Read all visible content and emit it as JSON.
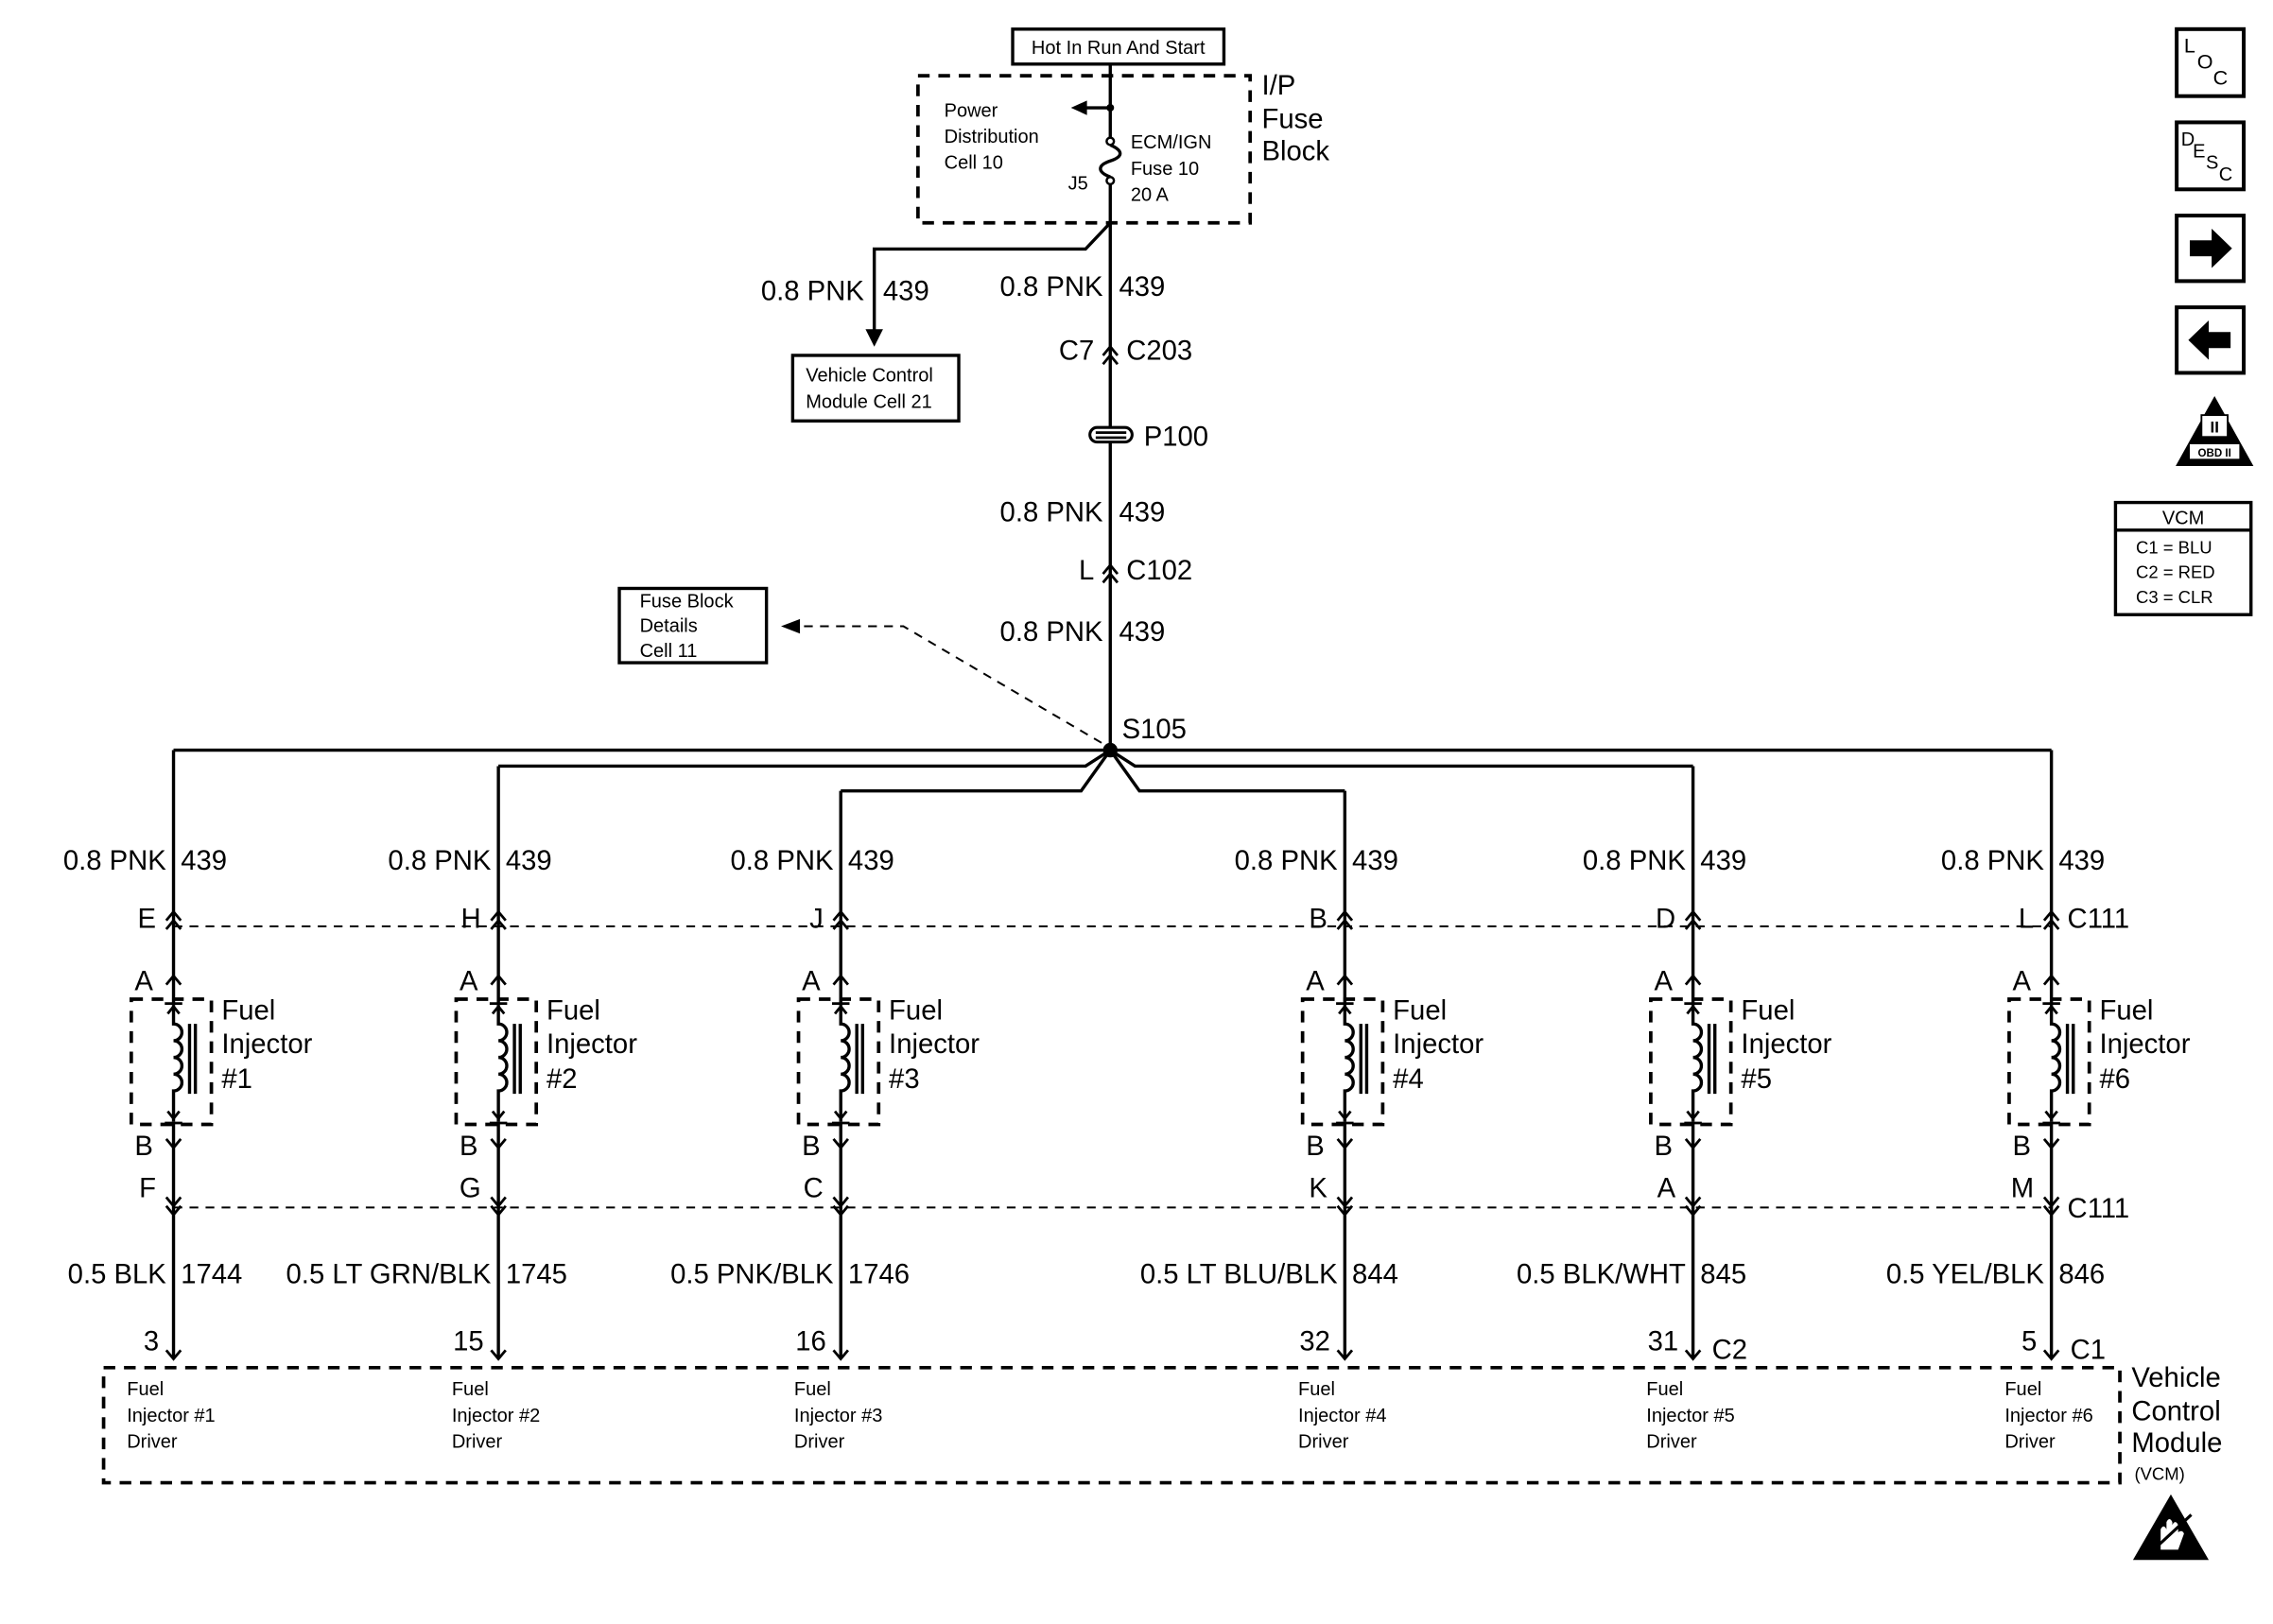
{
  "power_source": {
    "label": "Hot In Run And Start"
  },
  "fuse_block": {
    "name_lines": [
      "I/P",
      "Fuse",
      "Block"
    ],
    "power_distribution_lines": [
      "Power",
      "Distribution",
      "Cell 10"
    ],
    "fuse_lines": [
      "ECM/IGN",
      "Fuse 10",
      "20 A"
    ],
    "terminal": "J5"
  },
  "vcm_branch": {
    "wire": "0.8 PNK",
    "circuit": "439",
    "reference_lines": [
      "Vehicle Control",
      "Module Cell 21"
    ]
  },
  "main_feed": {
    "wire": "0.8 PNK",
    "circuit": "439",
    "c203_pin": "C7",
    "c203_connector": "C203",
    "pass_through": "P100",
    "c102_pin": "L",
    "c102_connector": "C102",
    "splice": "S105"
  },
  "fuse_block_details_reference": [
    "Fuse Block",
    "Details",
    "Cell 11"
  ],
  "connector_c111": "C111",
  "injectors": [
    {
      "feed_wire": "0.8 PNK",
      "feed_circuit": "439",
      "c111_feed_pin": "E",
      "terminal_a": "A",
      "label": [
        "Fuel",
        "Injector",
        "#1"
      ],
      "terminal_b": "B",
      "c111_control_pin": "F",
      "control_wire": "0.5 BLK",
      "control_circuit": "1744",
      "vcm_pin": "3",
      "driver_lines": [
        "Fuel",
        "Injector #1",
        "Driver"
      ]
    },
    {
      "feed_wire": "0.8 PNK",
      "feed_circuit": "439",
      "c111_feed_pin": "H",
      "terminal_a": "A",
      "label": [
        "Fuel",
        "Injector",
        "#2"
      ],
      "terminal_b": "B",
      "c111_control_pin": "G",
      "control_wire": "0.5 LT GRN/BLK",
      "control_circuit": "1745",
      "vcm_pin": "15",
      "driver_lines": [
        "Fuel",
        "Injector #2",
        "Driver"
      ]
    },
    {
      "feed_wire": "0.8 PNK",
      "feed_circuit": "439",
      "c111_feed_pin": "J",
      "terminal_a": "A",
      "label": [
        "Fuel",
        "Injector",
        "#3"
      ],
      "terminal_b": "B",
      "c111_control_pin": "C",
      "control_wire": "0.5 PNK/BLK",
      "control_circuit": "1746",
      "vcm_pin": "16",
      "driver_lines": [
        "Fuel",
        "Injector #3",
        "Driver"
      ]
    },
    {
      "feed_wire": "0.8 PNK",
      "feed_circuit": "439",
      "c111_feed_pin": "B",
      "terminal_a": "A",
      "label": [
        "Fuel",
        "Injector",
        "#4"
      ],
      "terminal_b": "B",
      "c111_control_pin": "K",
      "control_wire": "0.5 LT BLU/BLK",
      "control_circuit": "844",
      "vcm_pin": "32",
      "driver_lines": [
        "Fuel",
        "Injector #4",
        "Driver"
      ]
    },
    {
      "feed_wire": "0.8 PNK",
      "feed_circuit": "439",
      "c111_feed_pin": "D",
      "terminal_a": "A",
      "label": [
        "Fuel",
        "Injector",
        "#5"
      ],
      "terminal_b": "B",
      "c111_control_pin": "A",
      "control_wire": "0.5 BLK/WHT",
      "control_circuit": "845",
      "vcm_pin": "31",
      "vcm_connector": "C2",
      "driver_lines": [
        "Fuel",
        "Injector #5",
        "Driver"
      ]
    },
    {
      "feed_wire": "0.8 PNK",
      "feed_circuit": "439",
      "c111_feed_pin": "L",
      "terminal_a": "A",
      "label": [
        "Fuel",
        "Injector",
        "#6"
      ],
      "terminal_b": "B",
      "c111_control_pin": "M",
      "control_wire": "0.5 YEL/BLK",
      "control_circuit": "846",
      "vcm_pin": "5",
      "vcm_connector": "C1",
      "driver_lines": [
        "Fuel",
        "Injector #6",
        "Driver"
      ]
    }
  ],
  "vcm": {
    "name_lines": [
      "Vehicle",
      "Control",
      "Module",
      "(VCM)"
    ]
  },
  "navigation": {
    "location_letters": [
      "L",
      "O",
      "C"
    ],
    "description_letters": [
      "D",
      "E",
      "S",
      "C"
    ],
    "next_icon": "right-arrow-icon",
    "previous_icon": "left-arrow-icon",
    "obd": {
      "roman": "II",
      "label": "OBD II"
    }
  },
  "vcm_connector_legend": {
    "title": "VCM",
    "rows": [
      "C1 = BLU",
      "C2 = RED",
      "C3 = CLR"
    ]
  },
  "icons": {
    "esd": "esd-sensitive-icon"
  }
}
